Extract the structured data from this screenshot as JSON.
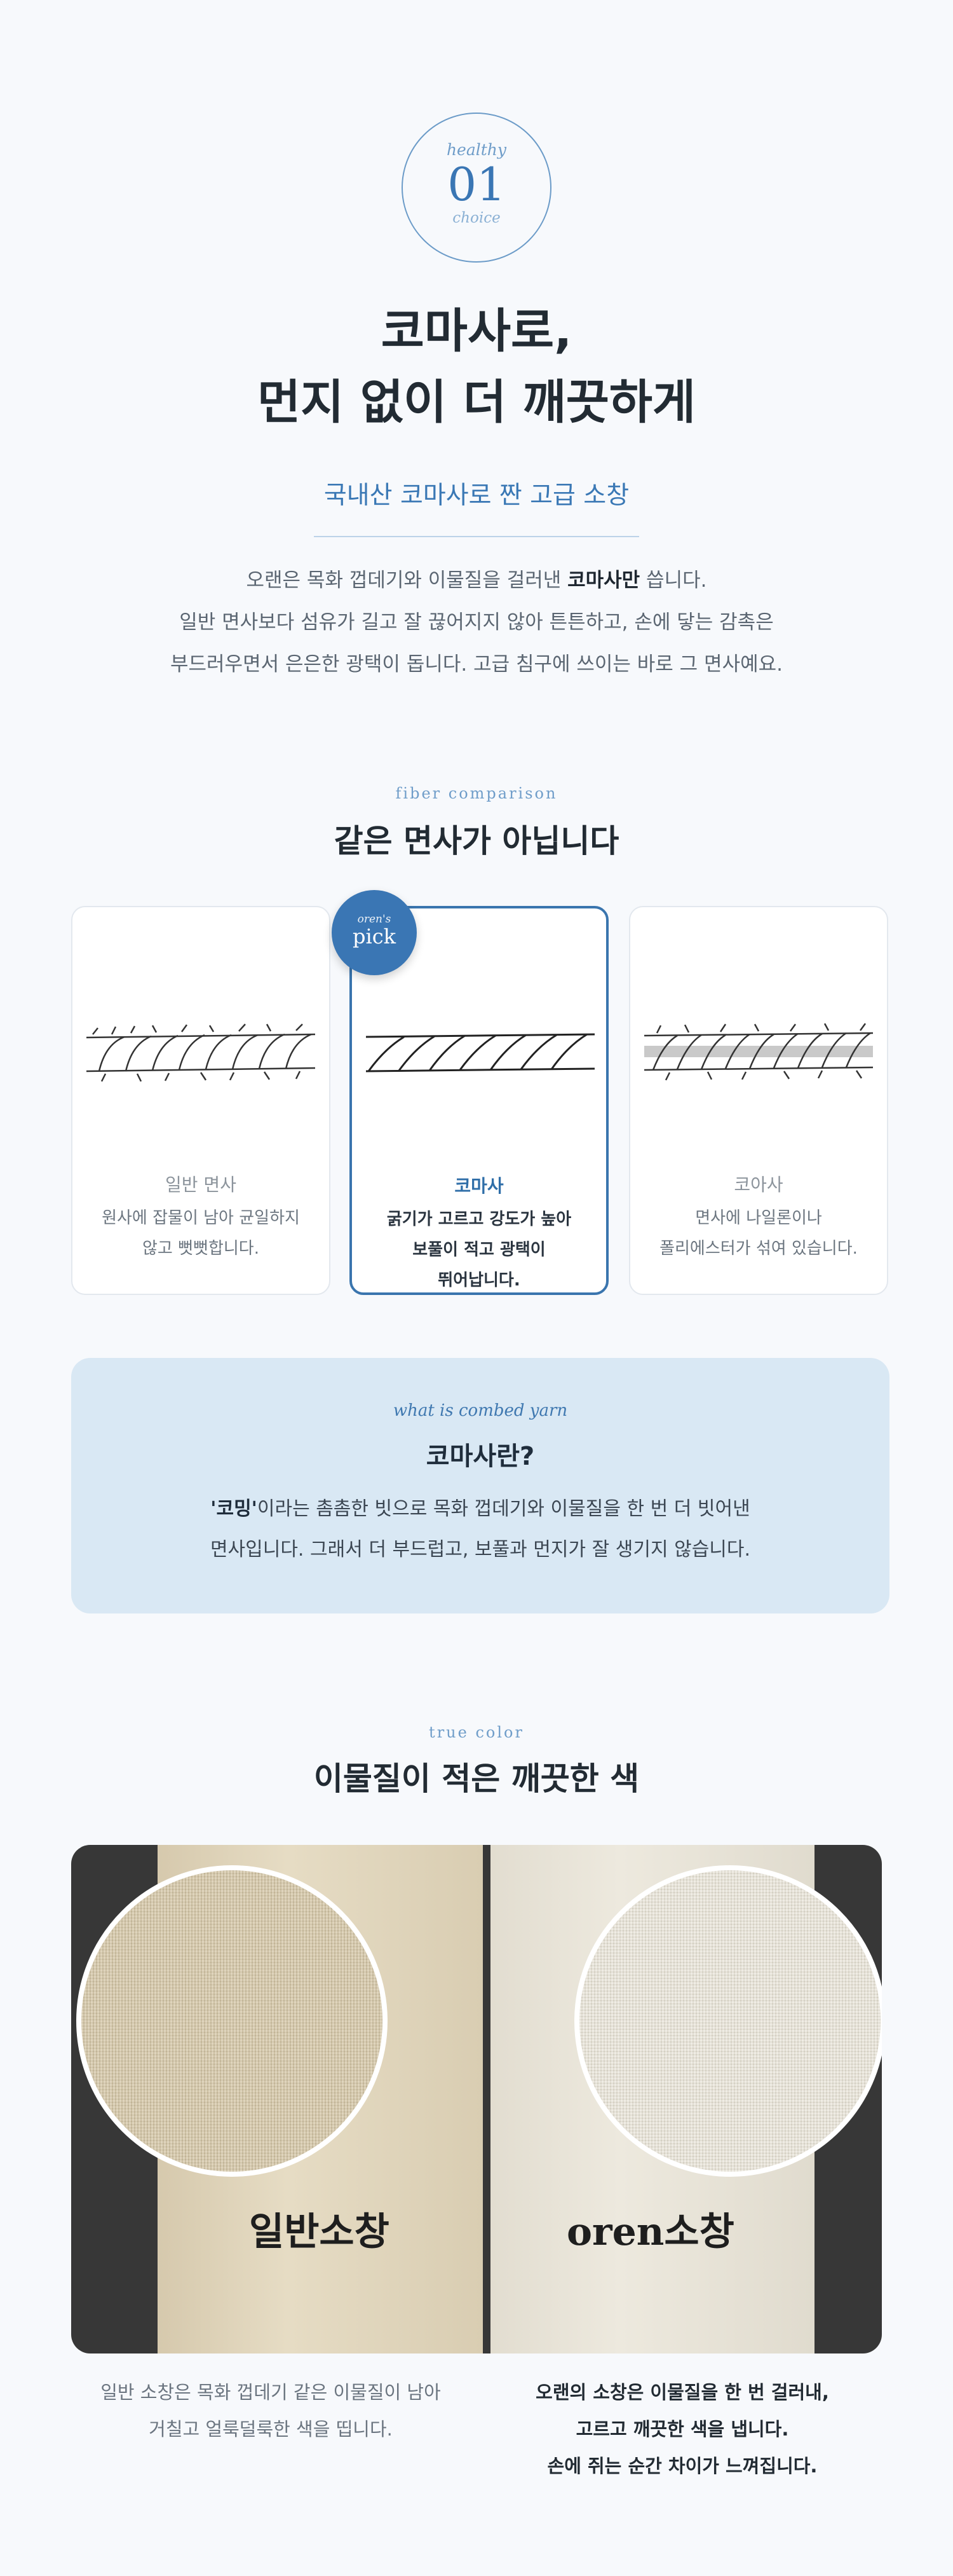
{
  "badge": {
    "top": "healthy",
    "number": "01",
    "bottom": "choice"
  },
  "headline": {
    "line1": "코마사로,",
    "line2": "먼지 없이 더 깨끗하게"
  },
  "subtitle": "국내산 코마사로 짠 고급 소창",
  "intro": {
    "line1_pre": "오랜은 목화 껍데기와 이물질을 걸러낸 ",
    "line1_bold": "코마사만",
    "line1_post": " 씁니다.",
    "line2": "일반 면사보다 섬유가 길고 잘 끊어지지 않아 튼튼하고, 손에 닿는 감촉은",
    "line3": "부드러우면서 은은한 광택이 돕니다. 고급 침구에 쓰이는 바로 그 면사예요."
  },
  "comparison": {
    "eyebrow": "fiber comparison",
    "title": "같은 면사가 아닙니다",
    "pick_badge": {
      "small": "oren's",
      "large": "pick"
    },
    "cards": [
      {
        "title": "일반 면사",
        "desc1": "원사에 잡물이 남아 균일하지",
        "desc2": "않고 뻣뻣합니다.",
        "desc3": ""
      },
      {
        "title": "코마사",
        "desc1": "굵기가 고르고 강도가 높아",
        "desc2": "보풀이 적고 광택이",
        "desc3": "뛰어납니다."
      },
      {
        "title": "코아사",
        "desc1": "면사에 나일론이나",
        "desc2": "폴리에스터가 섞여 있습니다.",
        "desc3": ""
      }
    ]
  },
  "info_box": {
    "eyebrow": "what is combed yarn",
    "title": "코마사란?",
    "line1_bold": "'코밍'",
    "line1_rest": "이라는 촘촘한 빗으로 목화 껍데기와 이물질을 한 번 더 빗어낸",
    "line2": "면사입니다. 그래서 더 부드럽고, 보풀과 먼지가 잘 생기지 않습니다."
  },
  "color_section": {
    "eyebrow": "true color",
    "title": "이물질이 적은 깨끗한 색",
    "label_left": "일반소창",
    "label_right": "oren소창",
    "caption_left": [
      "일반 소창은 목화 껍데기 같은 이물질이 남아",
      "거칠고 얼룩덜룩한 색을 띱니다."
    ],
    "caption_right": [
      "오랜의 소창은 이물질을 한 번 걸러내,",
      "고르고 깨끗한 색을 냅니다.",
      "손에 쥐는 순간 차이가 느껴집니다."
    ]
  },
  "colors": {
    "accent": "#3a76b4",
    "info_bg": "#d9e8f4",
    "page_bg": "#f7f9fc"
  }
}
